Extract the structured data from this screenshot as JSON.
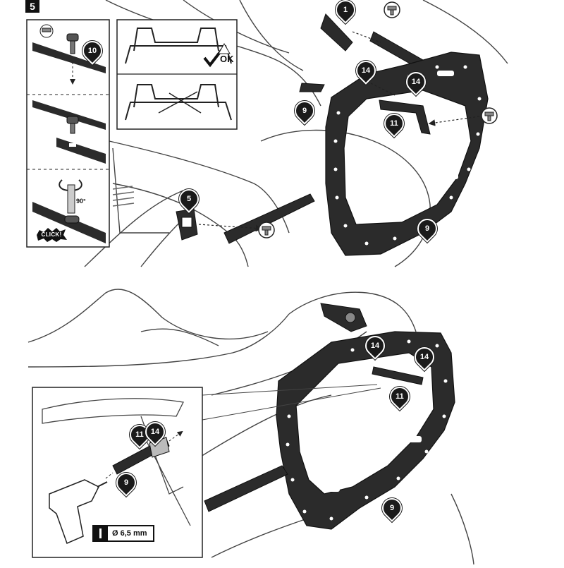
{
  "step": {
    "number": "5"
  },
  "callouts": {
    "top_screw_part": "1",
    "bracket_top": "14",
    "bracket_plate": "14",
    "arm_left": "9",
    "bracket_mid": "11",
    "knob_part": "5",
    "frame_main": "9",
    "inset_knob": "10",
    "bottom_arm_a": "14",
    "bottom_arm_b": "14",
    "bottom_bracket": "11",
    "bottom_frame": "9",
    "drill_11": "11",
    "drill_14": "14",
    "drill_9": "9"
  },
  "labels": {
    "ok": "OK",
    "rotation": "90°",
    "click": "CLICK!",
    "drill_size": "Ø 6,5 mm"
  },
  "colors": {
    "ink": "#1a1a1a",
    "frame_fill": "#2b2b2b",
    "line": "#333333",
    "light_grey": "#bdbdbd"
  }
}
